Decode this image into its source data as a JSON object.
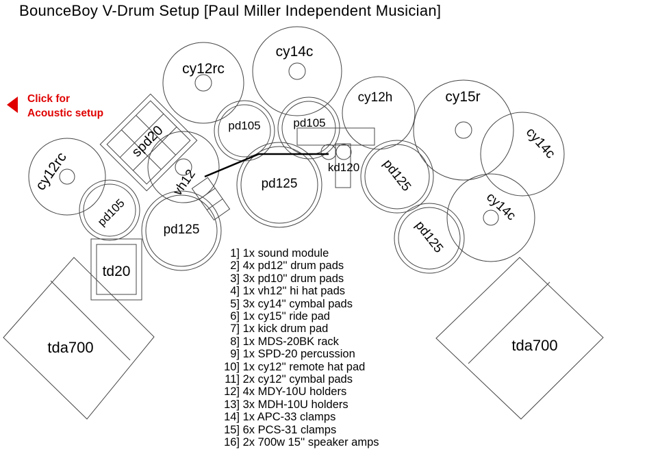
{
  "title": "BounceBoy V-Drum Setup  [Paul Miller Independent Musician]",
  "acoustic_link": {
    "line1": "Click for",
    "line2": "Acoustic setup",
    "color": "#e00000"
  },
  "pads": {
    "cy12rc_top": "cy12rc",
    "cy14c_top": "cy14c",
    "cy12h": "cy12h",
    "cy15r": "cy15r",
    "cy14c_right": "cy14c",
    "cy14c_lower": "cy14c",
    "spd20": "spd20",
    "cy12rc_left": "cy12rc",
    "vh12": "vh12",
    "pd105_center_left": "pd105",
    "pd105_center_right": "pd105",
    "kd120": "kd120",
    "pd125_center": "pd125",
    "pd125_right": "pd125",
    "pd105_left": "pd105",
    "pd125_left": "pd125",
    "pd125_lower_right": "pd125",
    "td20": "td20",
    "tda700_left": "tda700",
    "tda700_right": "tda700"
  },
  "parts_list": [
    {
      "num": "1]",
      "text": "1x sound module"
    },
    {
      "num": "2]",
      "text": "4x pd12'' drum pads"
    },
    {
      "num": "3]",
      "text": "3x pd10'' drum pads"
    },
    {
      "num": "4]",
      "text": "1x vh12'' hi hat pads"
    },
    {
      "num": "5]",
      "text": "3x cy14'' cymbal pads"
    },
    {
      "num": "6]",
      "text": "1x cy15'' ride pad"
    },
    {
      "num": "7]",
      "text": "1x kick drum pad"
    },
    {
      "num": "8]",
      "text": "1x MDS-20BK rack"
    },
    {
      "num": "9]",
      "text": "1x SPD-20 percussion"
    },
    {
      "num": "10]",
      "text": "1x cy12'' remote hat pad"
    },
    {
      "num": "11]",
      "text": "2x cy12'' cymbal pads"
    },
    {
      "num": "12]",
      "text": "4x MDY-10U holders"
    },
    {
      "num": "13]",
      "text": "3x MDH-10U holders"
    },
    {
      "num": "14]",
      "text": "1x APC-33 clamps"
    },
    {
      "num": "15]",
      "text": "6x PCS-31 clamps"
    },
    {
      "num": "16]",
      "text": "2x 700w 15'' speaker amps"
    }
  ]
}
